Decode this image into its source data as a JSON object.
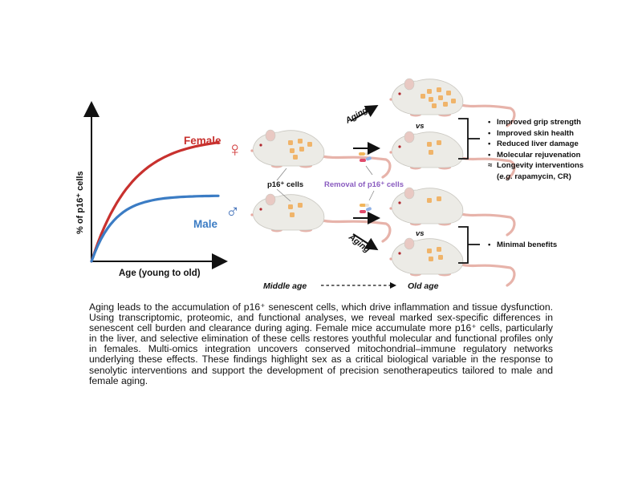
{
  "graph": {
    "y_axis_label": "% of p16⁺ cells",
    "x_axis_label": "Age (young to old)",
    "series": [
      {
        "name": "Female",
        "color": "#c8312e",
        "relative_plateau": 0.78
      },
      {
        "name": "Male",
        "color": "#3b7cc4",
        "relative_plateau": 0.43
      }
    ]
  },
  "symbols": {
    "female": "♀",
    "male": "♂",
    "female_color": "#d23a3a",
    "male_color": "#3f6fb8"
  },
  "labels": {
    "p16_cells": "p16⁺ cells",
    "removal": "Removal of p16⁺ cells",
    "removal_color": "#8a5cc0",
    "aging_top": "Aging",
    "aging_bottom": "Aging",
    "vs_top": "vs",
    "vs_bottom": "vs",
    "middle_age": "Middle age",
    "old_age": "Old age"
  },
  "female_outcomes": [
    {
      "marker": "•",
      "text": "Improved grip strength"
    },
    {
      "marker": "•",
      "text": "Improved skin health"
    },
    {
      "marker": "•",
      "text": "Reduced liver damage"
    },
    {
      "marker": "•",
      "text": "Molecular rejuvenation"
    },
    {
      "marker": "≈",
      "text": "Longevity interventions"
    },
    {
      "marker": "",
      "text": "(e.g. rapamycin, CR)"
    }
  ],
  "male_outcomes": [
    {
      "marker": "•",
      "text": "Minimal benefits"
    }
  ],
  "mice": {
    "female_young_spots": 6,
    "male_young_spots": 3,
    "female_aged_spots": 9,
    "female_treated_spots": 3,
    "male_treated_spots": 2,
    "male_aged_spots": 4,
    "body_color": "#ecebe6",
    "tail_color": "#e7b3aa",
    "spot_color": "#f0b46a"
  },
  "abstract": "Aging leads to the accumulation of p16⁺ senescent cells, which drive inflammation and tissue dysfunction. Using transcriptomic, proteomic, and functional analyses, we reveal marked sex-specific differences in senescent cell burden and clearance during aging. Female mice accumulate more p16⁺ cells, particularly in the liver, and selective elimination of these cells restores youthful molecular and functional profiles only in females. Multi-omics integration uncovers conserved mitochondrial–immune regulatory networks underlying these effects. These findings highlight sex as a critical biological variable in the response to senolytic interventions and support the development of precision senotherapeutics tailored to male and female aging."
}
